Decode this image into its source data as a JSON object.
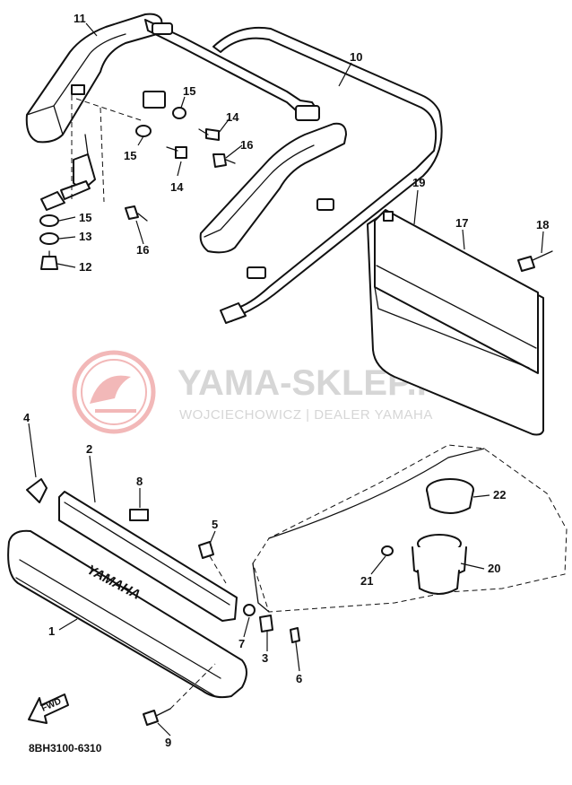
{
  "watermark": {
    "title": "YAMA-SKLEP.PL",
    "subtitle": "WOJCIECHOWICZ | DEALER YAMAHA"
  },
  "diagram_code": "8BH3100-6310",
  "emblem_text": "YAMAHA",
  "fwd_label": "FWD",
  "callouts": {
    "p1": "1",
    "p2": "2",
    "p3": "3",
    "p4": "4",
    "p5": "5",
    "p6": "6",
    "p7": "7",
    "p8": "8",
    "p9": "9",
    "p10": "10",
    "p11": "11",
    "p12": "12",
    "p13": "13",
    "p14a": "14",
    "p14b": "14",
    "p15a": "15",
    "p15b": "15",
    "p15c": "15",
    "p16a": "16",
    "p16b": "16",
    "p17": "17",
    "p18": "18",
    "p19": "19",
    "p20": "20",
    "p21": "21",
    "p22": "22"
  },
  "colors": {
    "line": "#111111",
    "watermark": "#d6d6d6",
    "logo": "#f2b8b8"
  }
}
